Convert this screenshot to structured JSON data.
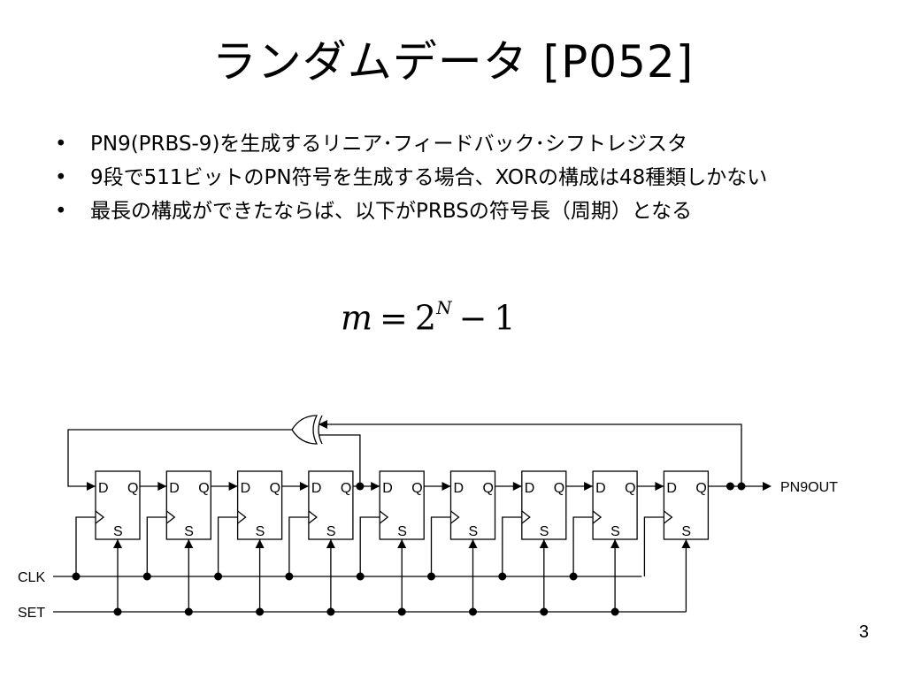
{
  "slide": {
    "title": "ランダムデータ [P052]",
    "page_number": "3"
  },
  "bullets": [
    {
      "marker": "•",
      "text": "PN9(PRBS-9)を生成するリニア･フィードバック･シフトレジスタ"
    },
    {
      "marker": "•",
      "text": "9段で511ビットのPN符号を生成する場合、XORの構成は48種類しかない"
    },
    {
      "marker": "•",
      "text": "最長の構成ができたならば、以下がPRBSの符号長（周期）となる"
    }
  ],
  "formula": {
    "var": "m",
    "eq": "=",
    "base": "2",
    "exp": "N",
    "minus": "−",
    "one": "1"
  },
  "circuit": {
    "stage_count": 9,
    "d_label": "D",
    "q_label": "Q",
    "s_label": "S",
    "clk_label": "CLK",
    "set_label": "SET",
    "out_label": "PN9OUT",
    "xor_taps_after_stages": [
      4,
      9
    ]
  }
}
